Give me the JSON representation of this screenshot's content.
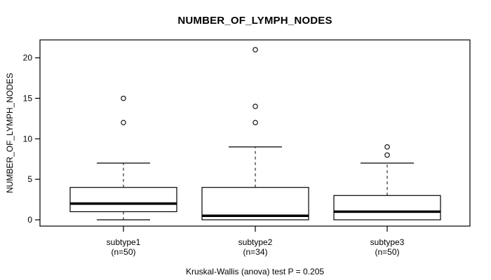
{
  "page": {
    "background": "#ffffff",
    "text_color": "#000000"
  },
  "chart_data": {
    "type": "boxplot",
    "title": "NUMBER_OF_LYMPH_NODES",
    "ylabel": "NUMBER_OF_LYMPH_NODES",
    "xlabel": "",
    "caption": "Kruskal-Wallis (anova) test P = 0.205",
    "p_value": 0.205,
    "yticks": [
      0,
      5,
      10,
      15,
      20
    ],
    "ylim": [
      -0.8,
      22.2
    ],
    "grid": false,
    "legend": "none",
    "line_color": "#000000",
    "box_fill": "#ffffff",
    "groups": [
      {
        "label": "subtype1",
        "n_label": "(n=50)",
        "n": 50,
        "whisker_low": 0,
        "q1": 1,
        "median": 2,
        "q3": 4,
        "whisker_high": 7,
        "outliers": [
          12,
          15
        ]
      },
      {
        "label": "subtype2",
        "n_label": "(n=34)",
        "n": 34,
        "whisker_low": 0,
        "q1": 0,
        "median": 0.5,
        "q3": 4,
        "whisker_high": 9,
        "outliers": [
          12,
          14,
          21
        ]
      },
      {
        "label": "subtype3",
        "n_label": "(n=50)",
        "n": 50,
        "whisker_low": 0,
        "q1": 0,
        "median": 1,
        "q3": 3,
        "whisker_high": 7,
        "outliers": [
          8,
          9
        ]
      }
    ]
  }
}
